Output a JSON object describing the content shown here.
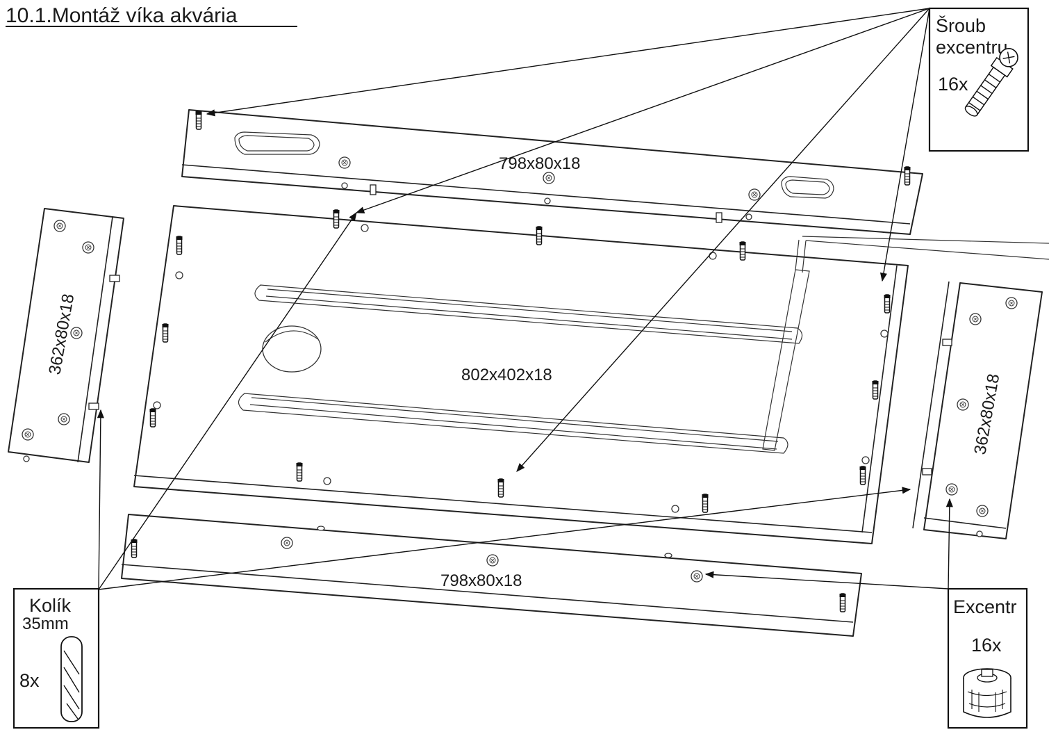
{
  "title": "10.1.Montáž víka akvária",
  "boards": {
    "top_rail": "798x80x18",
    "panel": "802x402x18",
    "left_side": "362x80x18",
    "right_side": "362x80x18",
    "bottom_rail": "798x80x18"
  },
  "parts": {
    "screw": {
      "name_line1": "Šroub",
      "name_line2": "excentru",
      "qty": "16x"
    },
    "dowel": {
      "name": "Kolík",
      "size": "35mm",
      "qty": "8x"
    },
    "cam": {
      "name": "Excentr",
      "qty": "16x"
    }
  }
}
